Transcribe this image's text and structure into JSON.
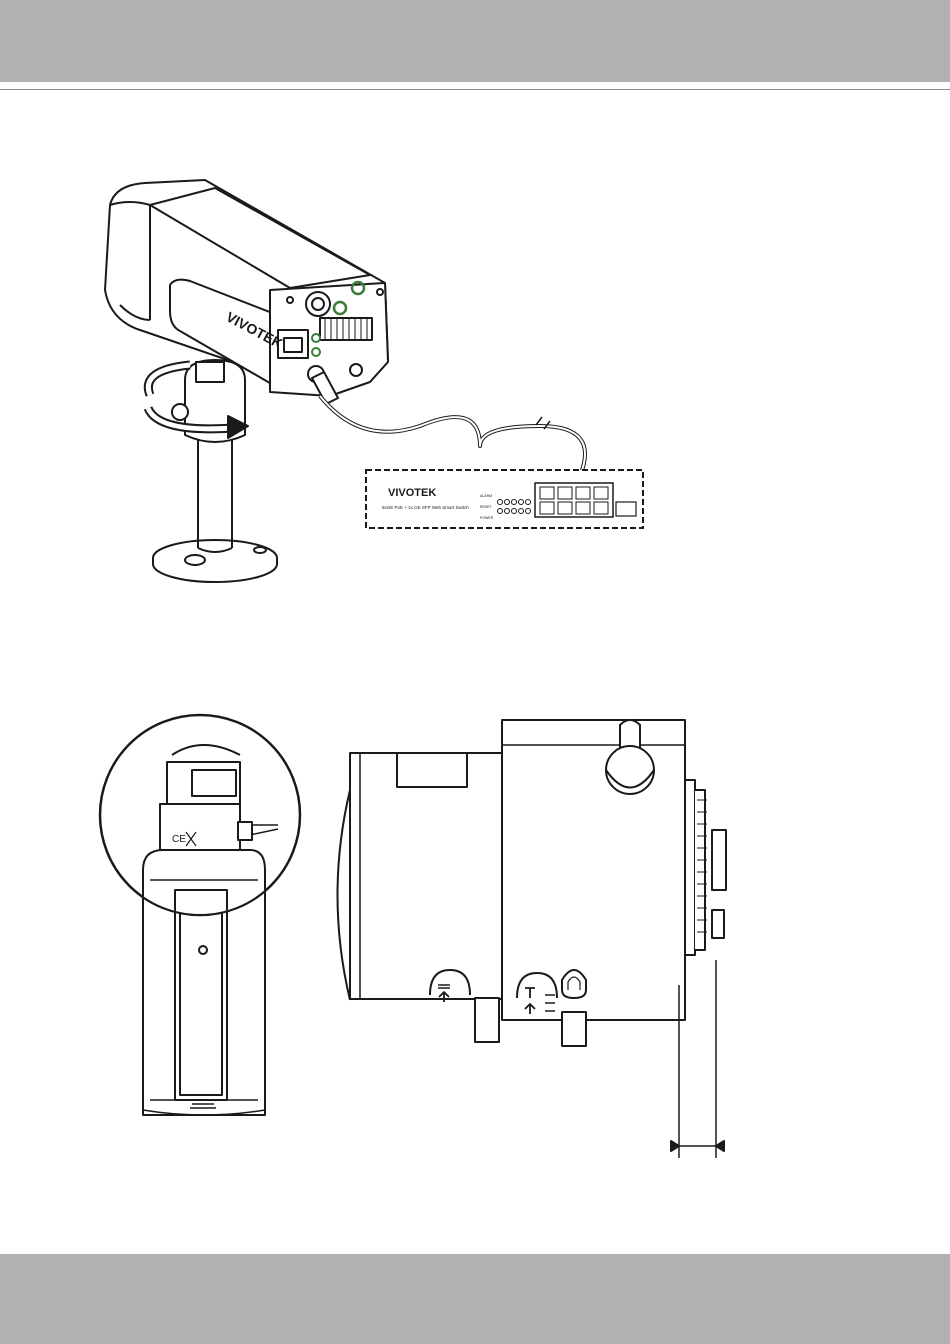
{
  "figure1": {
    "camera_brand": "VIVOTEK",
    "switch_brand": "VIVOTEK",
    "switch_model_text": "8xGE PoE + 1x GE SFP Web Smart Switch",
    "switch_led_labels": {
      "alarm": "ALARM",
      "power": "POWER",
      "reset": "RESET"
    }
  },
  "colors": {
    "band": "#b1b1b1",
    "line": "#1a1a1a",
    "accent_green": "#3a7d3a"
  }
}
